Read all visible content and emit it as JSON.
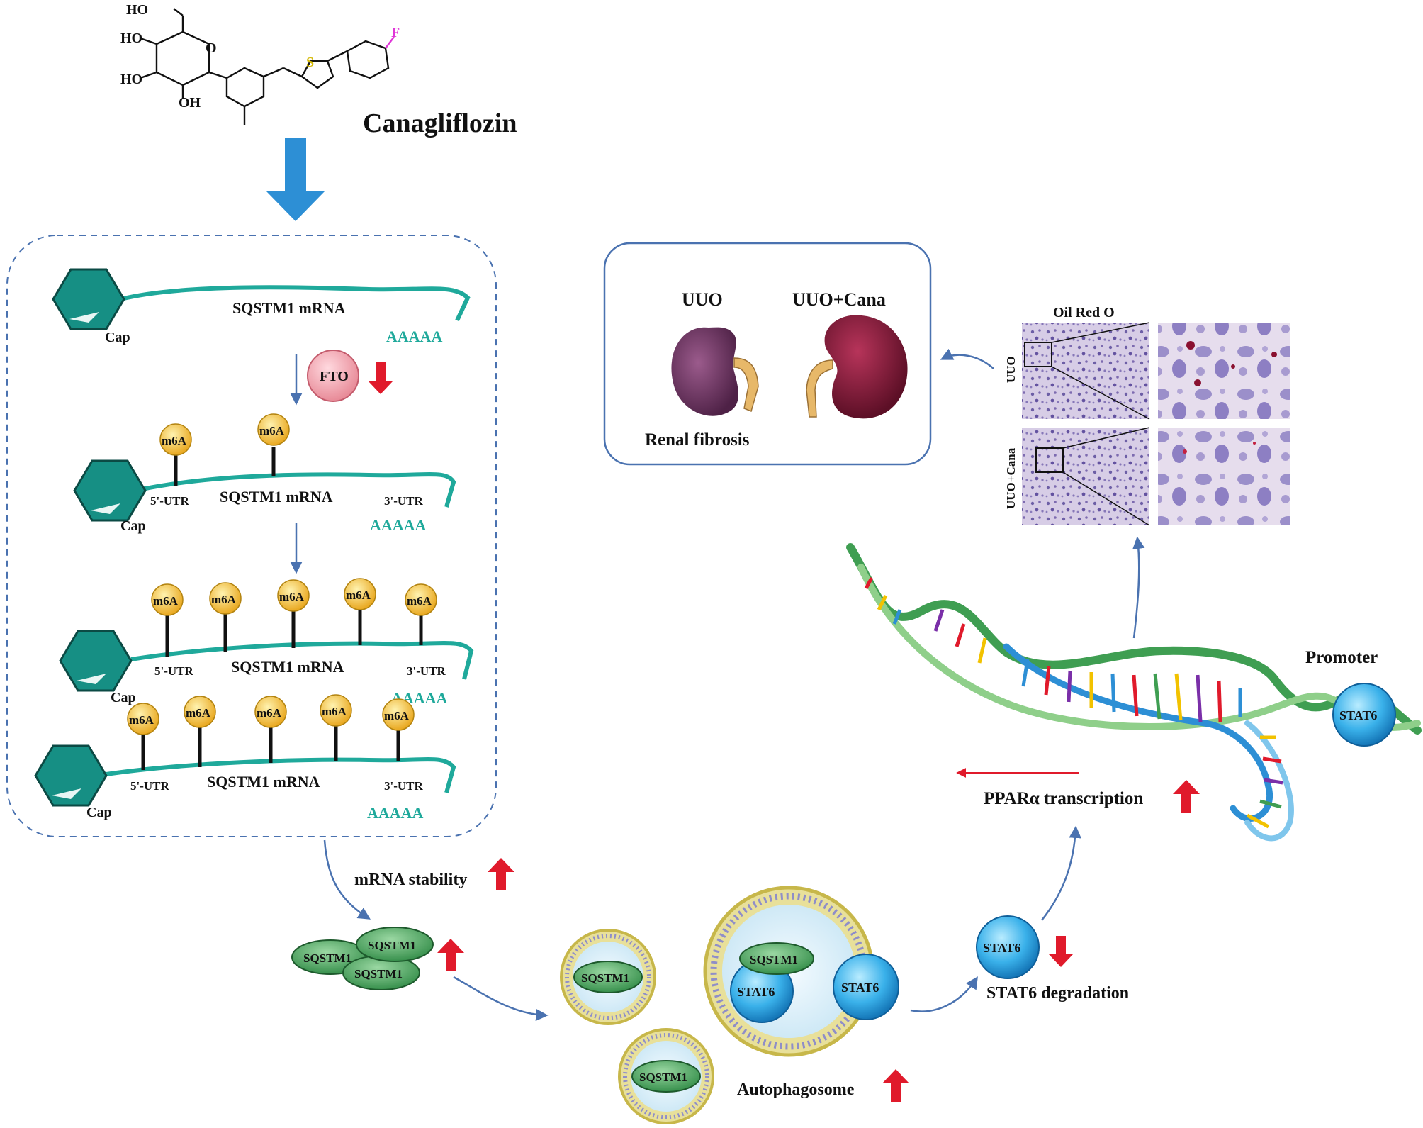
{
  "drug": {
    "name": "Canagliflozin",
    "atoms": {
      "ho1": "HO",
      "ho2": "HO",
      "ho3": "HO",
      "oh": "OH",
      "o": "O",
      "s": "S",
      "f": "F"
    }
  },
  "mrna": {
    "name": "SQSTM1 mRNA",
    "cap": "Cap",
    "polya": "AAAAA",
    "utr5": "5'-UTR",
    "utr3": "3'-UTR",
    "m6a": "m6A",
    "fto": "FTO"
  },
  "kidney_panel": {
    "uuo": "UUO",
    "uuo_cana": "UUO+Cana",
    "caption": "Renal fibrosis"
  },
  "histology": {
    "title": "Oil Red O",
    "row1": "UUO",
    "row2": "UUO+Cana"
  },
  "labels": {
    "mrna_stability": "mRNA stability",
    "sqstm1": "SQSTM1",
    "stat6": "STAT6",
    "autophagosome": "Autophagosome",
    "stat6_degradation": "STAT6 degradation",
    "ppara_transcription": "PPARα transcription",
    "promoter": "Promoter"
  },
  "colors": {
    "teal": "#1fa99b",
    "blue_arrow": "#2d8fd5",
    "connector": "#4a72b0",
    "up_red": "#e01a2b",
    "m6a_yellow": "#f5c842",
    "sqstm1_green": "#3f9e52",
    "stat6_blue": "#32a6e4",
    "kidney_purple": "#7a3a6a",
    "kidney_red": "#8c1c3a"
  }
}
